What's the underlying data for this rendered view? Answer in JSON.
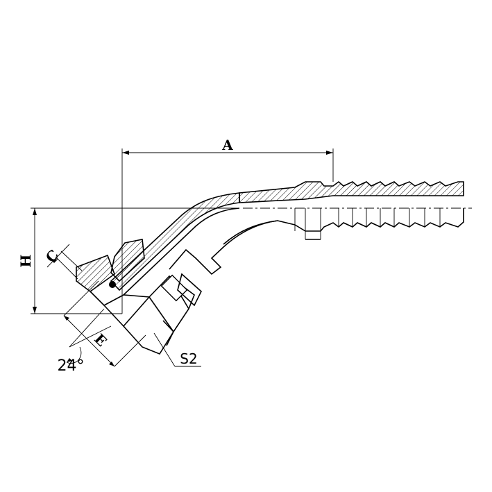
{
  "drawing": {
    "dimension_labels": {
      "a": "A",
      "h": "H",
      "c": "C",
      "e": "E",
      "angle": "24°",
      "s2": "S2"
    }
  }
}
